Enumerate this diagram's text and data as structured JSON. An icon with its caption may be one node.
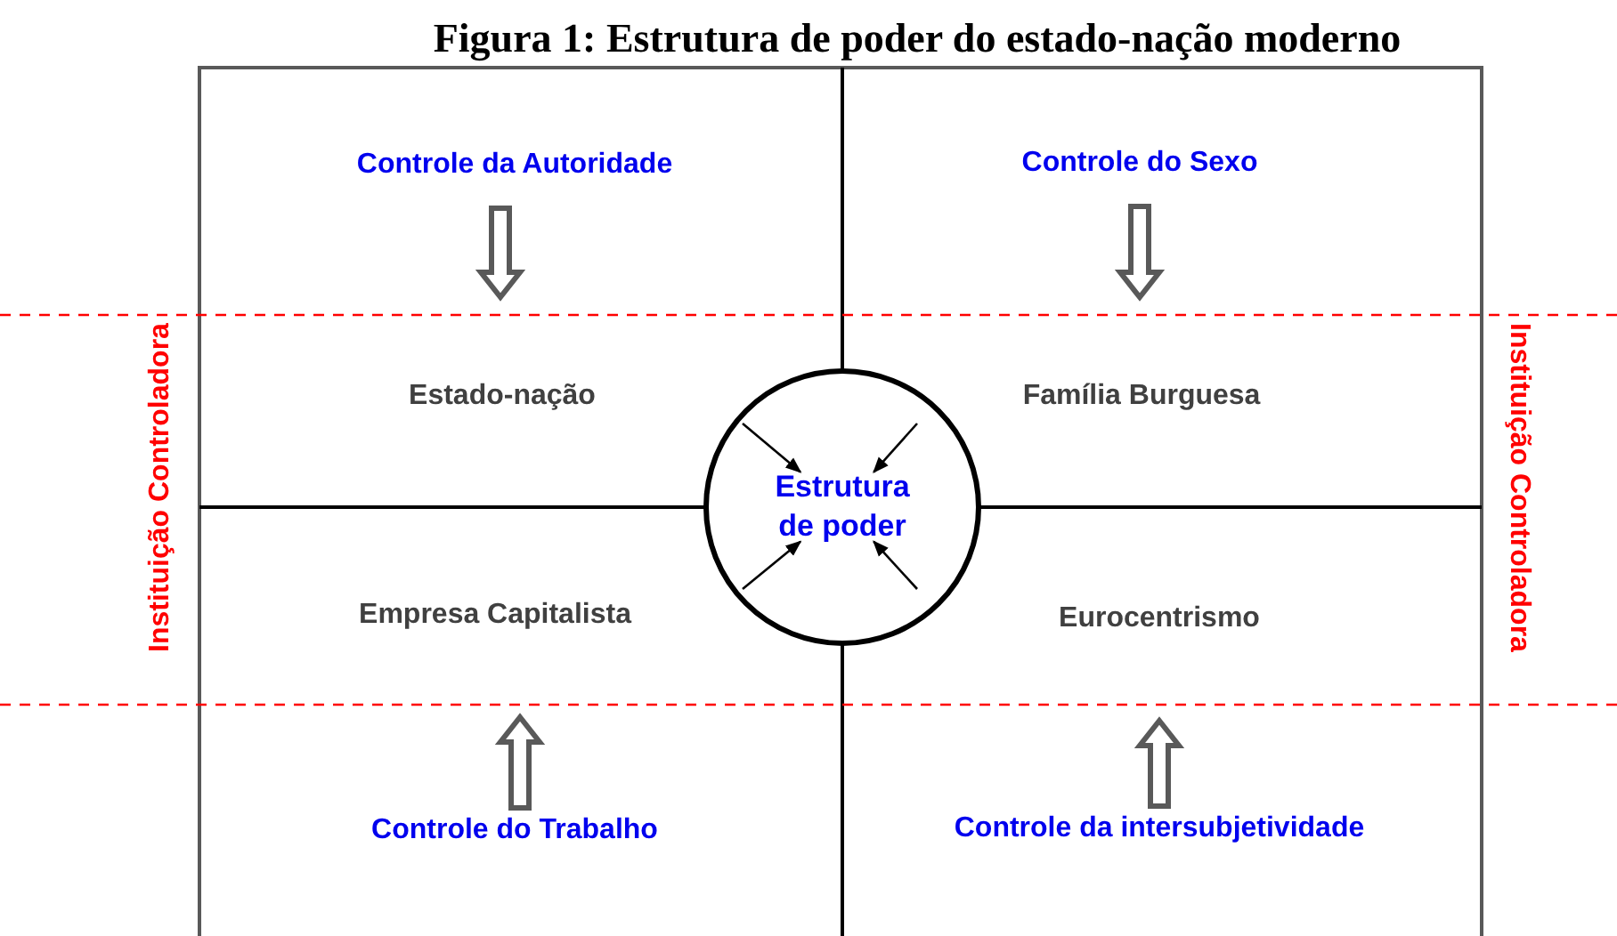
{
  "diagram": {
    "title": "Figura 1: Estrutura de poder do estado-nação moderno",
    "nodes": [
      {
        "text": [
          "Controle da Autoridade"
        ]
      },
      {
        "text": [
          "Controle do Sexo"
        ]
      },
      {
        "text": [
          "Estado-nação"
        ]
      },
      {
        "text": [
          "Família Burguesa"
        ]
      },
      {
        "text": [
          "Estrutura de poder"
        ]
      },
      {
        "text": [
          "Empresa Capitalista"
        ]
      },
      {
        "text": [
          "Eurocentrismo"
        ]
      },
      {
        "text": [
          "Controle do Trabalho"
        ]
      },
      {
        "text": [
          "Controle da intersubjetividade"
        ]
      }
    ],
    "edges": [
      {
        "from": 0,
        "to": 2,
        "arrow": "to",
        "style": "thick"
      },
      {
        "from": 1,
        "to": 3,
        "arrow": "to",
        "style": "thick"
      },
      {
        "from": 7,
        "to": 5,
        "arrow": "to",
        "style": "thick"
      },
      {
        "from": 8,
        "to": 6,
        "arrow": "to",
        "style": "thick"
      },
      {
        "from": null,
        "to": 4,
        "arrow": "to"
      },
      {
        "from": null,
        "to": 4,
        "arrow": "to"
      },
      {
        "from": null,
        "to": 4,
        "arrow": "to"
      },
      {
        "from": null,
        "to": 4,
        "arrow": "to"
      }
    ],
    "labels": [
      "Instituição Controladora",
      "Instituição Controladora"
    ]
  }
}
